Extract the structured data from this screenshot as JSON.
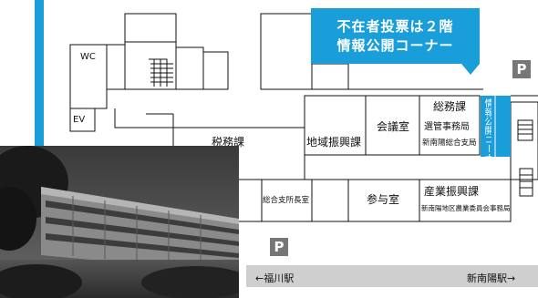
{
  "callout": {
    "line1": "不在者投票は２階",
    "line2": "情報公開コーナー"
  },
  "rooms": {
    "wc": "WC",
    "ev": "EV",
    "zeimu": "税務課",
    "chiiki": "地域振興課",
    "kaigi": "会議室",
    "somu": "総務課",
    "senkan": "選管事務局",
    "shinnanyo_sogo": "新南陽総合支局",
    "johokoukai": "情報公開コーナー",
    "sogo_shisho": "総合支所長室",
    "sanyo": "参与室",
    "sangyo": "産業振興課",
    "nogyo": "新南陽地区農業委員会事務局"
  },
  "parking": {
    "label": "P"
  },
  "road": {
    "left_label": "←福川駅",
    "right_label": "新南陽駅→"
  },
  "colors": {
    "accent": "#1a9ed9",
    "parking": "#777777",
    "road": "#cfcfcf",
    "left_bar": "#1a9ed9"
  }
}
